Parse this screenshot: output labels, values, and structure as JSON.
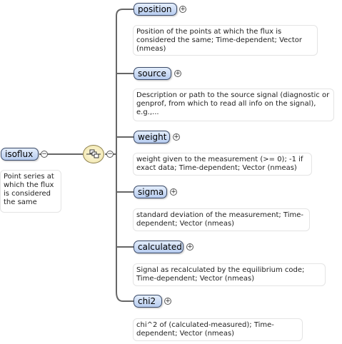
{
  "root": {
    "label": "isoflux",
    "description": "Point series at which the flux is considered the same",
    "toggle": "−"
  },
  "compositor": {
    "icon": "sequence-icon",
    "toggle": "−"
  },
  "children": [
    {
      "label": "position",
      "toggle": "+",
      "description": "Position of the points at which the flux is considered the same; Time-dependent; Vector (nmeas)"
    },
    {
      "label": "source",
      "toggle": "+",
      "description": "Description or path to the source signal (diagnostic or genprof, from which to read all info on the signal), e.g.,..."
    },
    {
      "label": "weight",
      "toggle": "+",
      "description": "weight given to the measurement (>= 0); -1 if exact data; Time-dependent; Vector (nmeas)"
    },
    {
      "label": "sigma",
      "toggle": "+",
      "description": "standard deviation of the measurement; Time-dependent; Vector (nmeas)"
    },
    {
      "label": "calculated",
      "toggle": "+",
      "description": "Signal as recalculated by the equilibrium code; Time-dependent; Vector (nmeas)"
    },
    {
      "label": "chi2",
      "toggle": "+",
      "description": "chi^2 of (calculated-measured); Time-dependent; Vector (nmeas)"
    }
  ]
}
